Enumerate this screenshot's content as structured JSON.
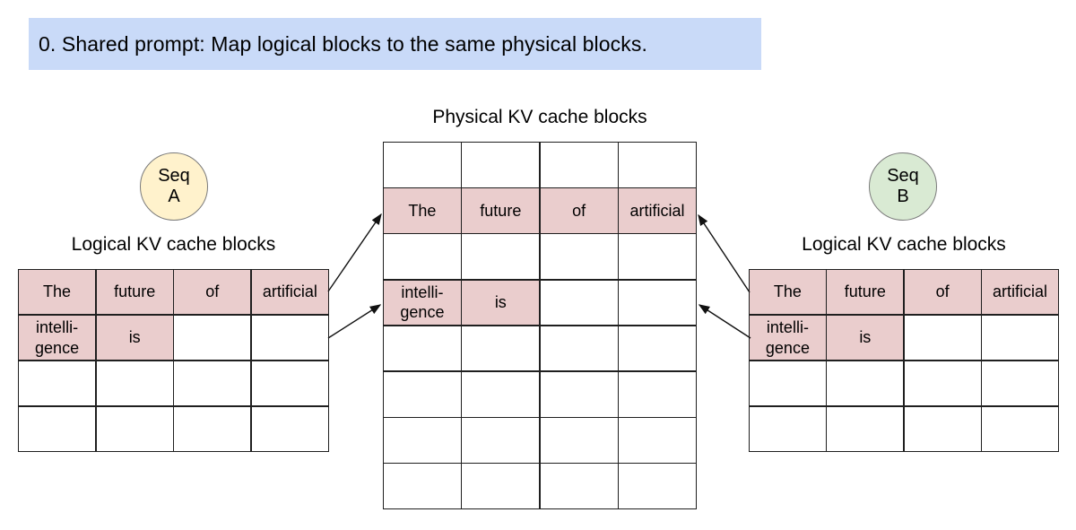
{
  "banner": {
    "text": "0. Shared prompt: Map logical blocks to the same physical blocks."
  },
  "physical_table": {
    "title": "Physical KV cache blocks",
    "num_rows": 8,
    "num_cols": 4,
    "cells": [
      [
        "",
        "",
        "",
        ""
      ],
      [
        "The",
        "future",
        "of",
        "artificial"
      ],
      [
        "",
        "",
        "",
        ""
      ],
      [
        "intelli-\ngence",
        "is",
        "",
        ""
      ],
      [
        "",
        "",
        "",
        ""
      ],
      [
        "",
        "",
        "",
        ""
      ],
      [
        "",
        "",
        "",
        ""
      ],
      [
        "",
        "",
        "",
        ""
      ]
    ],
    "highlighted_cells": [
      [
        1,
        0
      ],
      [
        1,
        1
      ],
      [
        1,
        2
      ],
      [
        1,
        3
      ],
      [
        3,
        0
      ],
      [
        3,
        1
      ]
    ]
  },
  "sequence_a": {
    "badge_line1": "Seq",
    "badge_line2": "A",
    "badge_fill": "#fff2cc",
    "table_title": "Logical KV cache blocks",
    "num_rows": 4,
    "num_cols": 4,
    "cells": [
      [
        "The",
        "future",
        "of",
        "artificial"
      ],
      [
        "intelli-\ngence",
        "is",
        "",
        ""
      ],
      [
        "",
        "",
        "",
        ""
      ],
      [
        "",
        "",
        "",
        ""
      ]
    ],
    "highlighted_cells": [
      [
        0,
        0
      ],
      [
        0,
        1
      ],
      [
        0,
        2
      ],
      [
        0,
        3
      ],
      [
        1,
        0
      ],
      [
        1,
        1
      ]
    ]
  },
  "sequence_b": {
    "badge_line1": "Seq",
    "badge_line2": "B",
    "badge_fill": "#d9ead3",
    "table_title": "Logical KV cache blocks",
    "num_rows": 4,
    "num_cols": 4,
    "cells": [
      [
        "The",
        "future",
        "of",
        "artificial"
      ],
      [
        "intelli-\ngence",
        "is",
        "",
        ""
      ],
      [
        "",
        "",
        "",
        ""
      ],
      [
        "",
        "",
        "",
        ""
      ]
    ],
    "highlighted_cells": [
      [
        0,
        0
      ],
      [
        0,
        1
      ],
      [
        0,
        2
      ],
      [
        0,
        3
      ],
      [
        1,
        0
      ],
      [
        1,
        1
      ]
    ]
  },
  "arrows": [
    {
      "from": "logical-a-row-1",
      "to": "physical-row-2"
    },
    {
      "from": "logical-a-row-2",
      "to": "physical-row-4"
    },
    {
      "from": "logical-b-row-1",
      "to": "physical-row-2"
    },
    {
      "from": "logical-b-row-2",
      "to": "physical-row-4"
    }
  ],
  "colors": {
    "banner_bg": "#c9daf8",
    "cell_highlight": "#eacdcd",
    "seq_a_fill": "#fff2cc",
    "seq_b_fill": "#d9ead3"
  }
}
